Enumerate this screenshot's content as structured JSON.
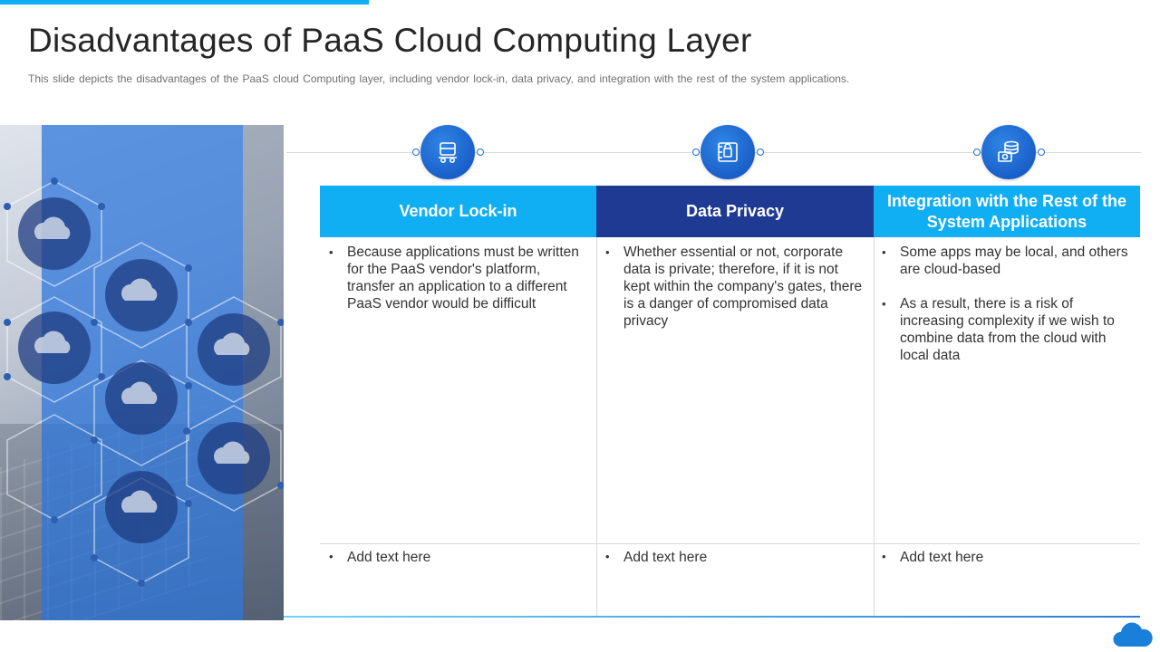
{
  "slide": {
    "title": "Disadvantages of PaaS Cloud Computing Layer",
    "subtitle": "This slide depicts the disadvantages  of the PaaS cloud Computing  layer, including vendor  lock-in, data privacy, and integration with the rest of the system applications."
  },
  "colors": {
    "accent": "#10aef2",
    "dark_header": "#1f3a93",
    "node": "#1a5fc9"
  },
  "columns": [
    {
      "icon": "truck-icon",
      "heading": "Vendor Lock-in",
      "bullets": [
        "Because applications must be written for the PaaS vendor's platform, transfer an application to a different PaaS vendor  would be difficult"
      ],
      "add_text": "Add text here"
    },
    {
      "icon": "data-privacy-icon",
      "heading": "Data Privacy",
      "bullets": [
        "Whether essential or not, corporate data is private; therefore,  if it is not kept within the company's gates, there is a danger of compromised data privacy"
      ],
      "add_text": "Add text here"
    },
    {
      "icon": "database-gear-icon",
      "heading": "Integration with the Rest of the System Applications",
      "bullets": [
        "Some apps may be local,  and others are cloud-based",
        "As a result, there is a risk of increasing complexity  if we wish to combine data from the cloud with local data"
      ],
      "add_text": "Add text here"
    }
  ],
  "logo": "cloud-logo-icon"
}
